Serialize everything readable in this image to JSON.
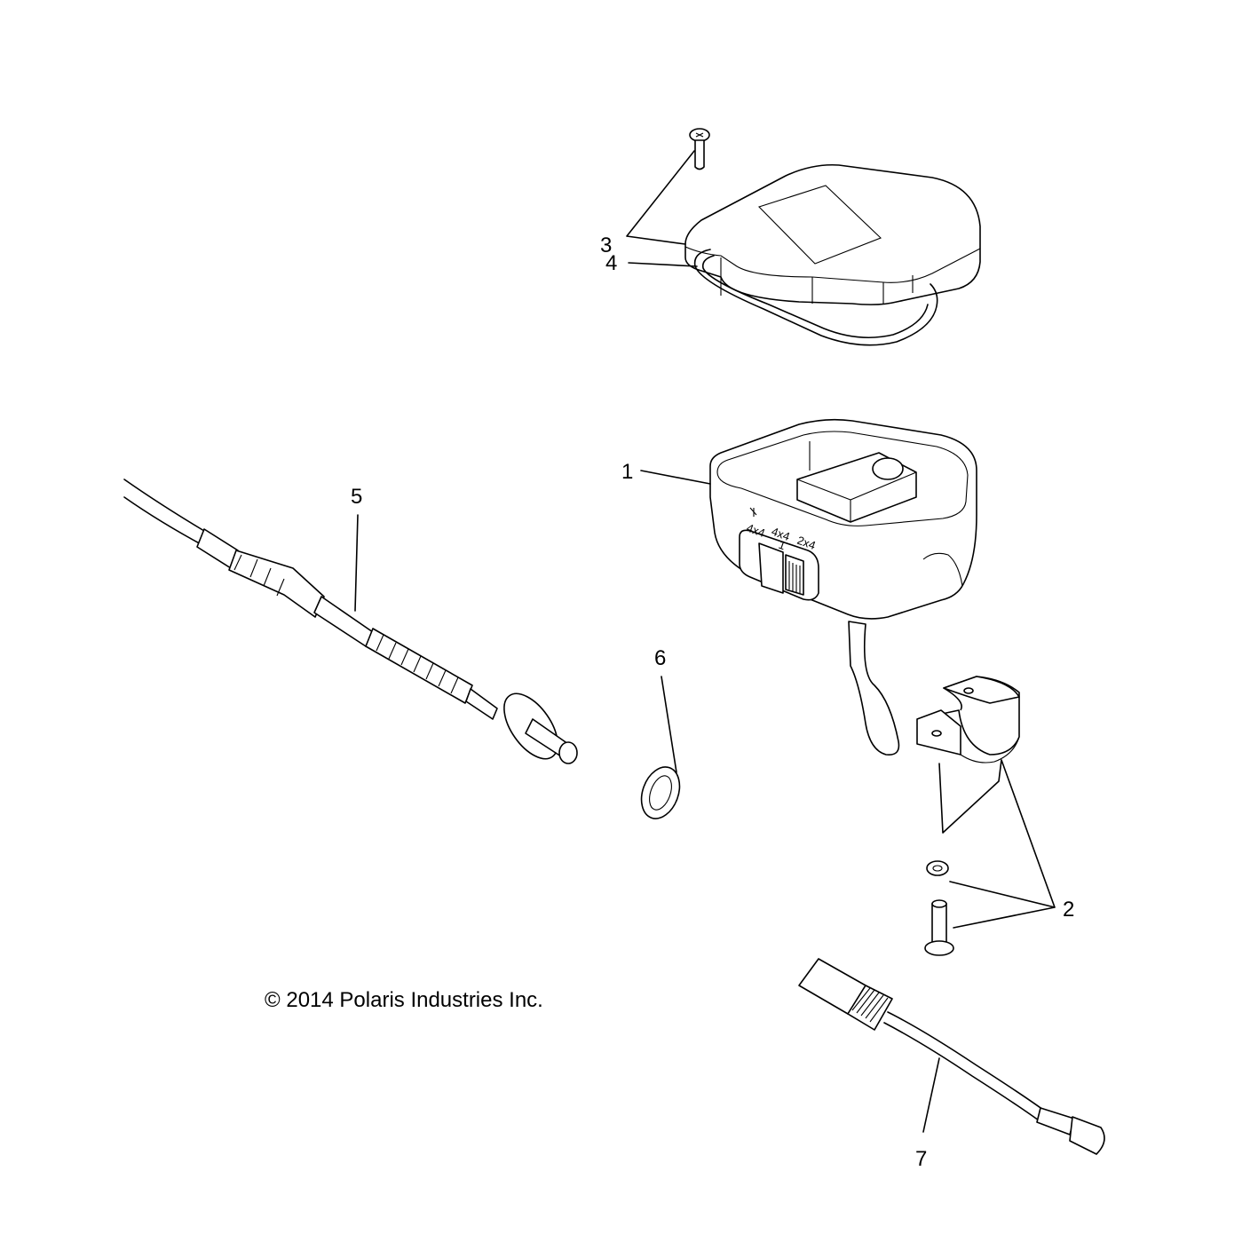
{
  "diagram": {
    "callouts": [
      "1",
      "2",
      "3",
      "4",
      "5",
      "6",
      "7"
    ],
    "copyright": "© 2014 Polaris Industries Inc.",
    "switch_labels": {
      "left": "4x4",
      "center": "4x4",
      "center_sub": "1",
      "right": "2x4"
    }
  }
}
